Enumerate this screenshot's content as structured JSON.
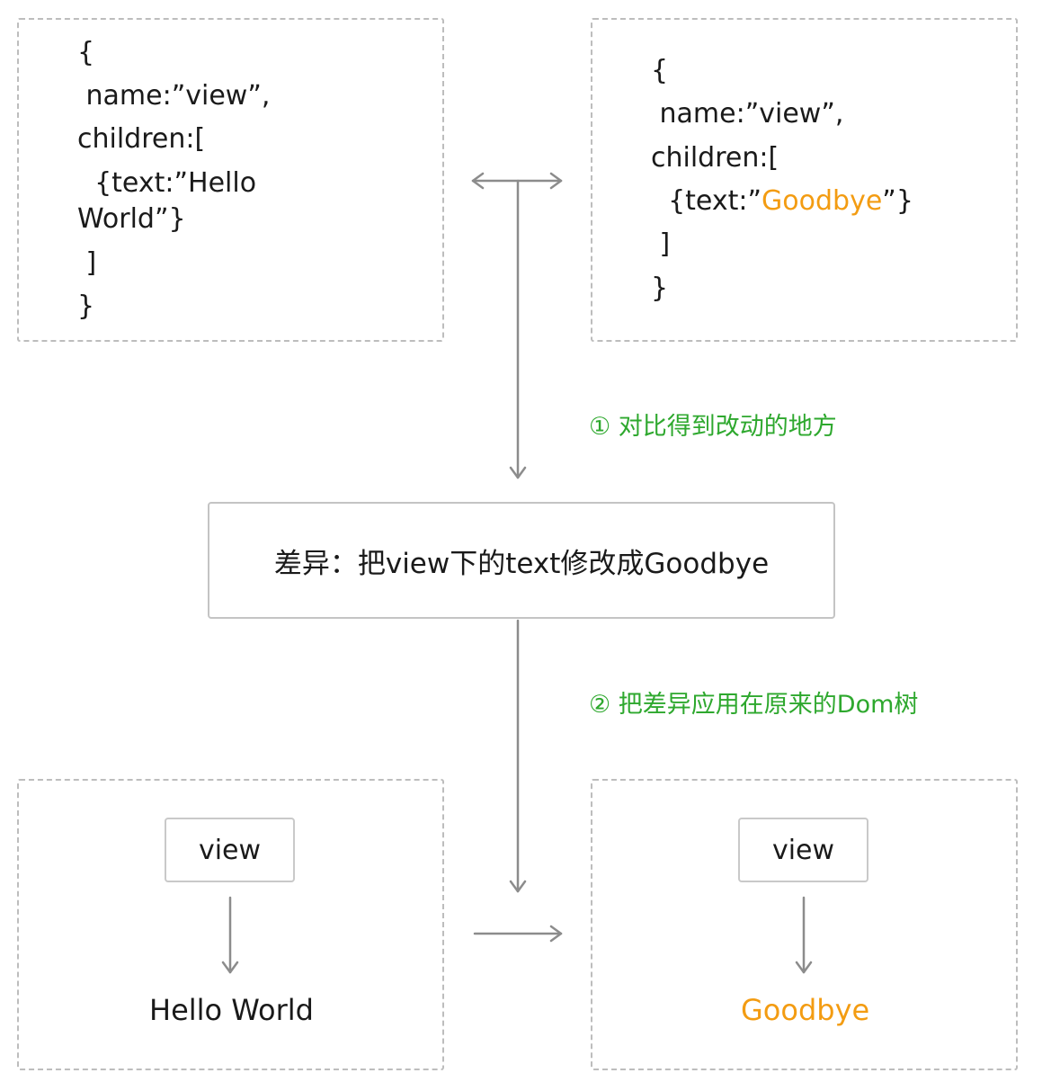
{
  "old_vdom": {
    "lines": [
      "{",
      " name:”view”,",
      "children:[",
      "  {text:”Hello",
      "World”}",
      " ]",
      "}"
    ]
  },
  "new_vdom": {
    "line1": "{",
    "line2": " name:”view”,",
    "line3": "children:[",
    "line4_prefix": "  {text:”",
    "line4_highlight": "Goodbye",
    "line4_suffix": "”}",
    "line5": " ]",
    "line6": "}"
  },
  "steps": {
    "step1": "① 对比得到改动的地方",
    "step2": "② 把差异应用在原来的Dom树"
  },
  "diff": {
    "text": "差异：把view下的text修改成Goodbye"
  },
  "old_dom": {
    "node_label": "view",
    "leaf_text": "Hello World"
  },
  "new_dom": {
    "node_label": "view",
    "leaf_text": "Goodbye"
  },
  "colors": {
    "highlight": "#f39c12",
    "step_label": "#2ea82e",
    "arrow": "#8c8c8c",
    "dashed_border": "#bdbdbd"
  }
}
